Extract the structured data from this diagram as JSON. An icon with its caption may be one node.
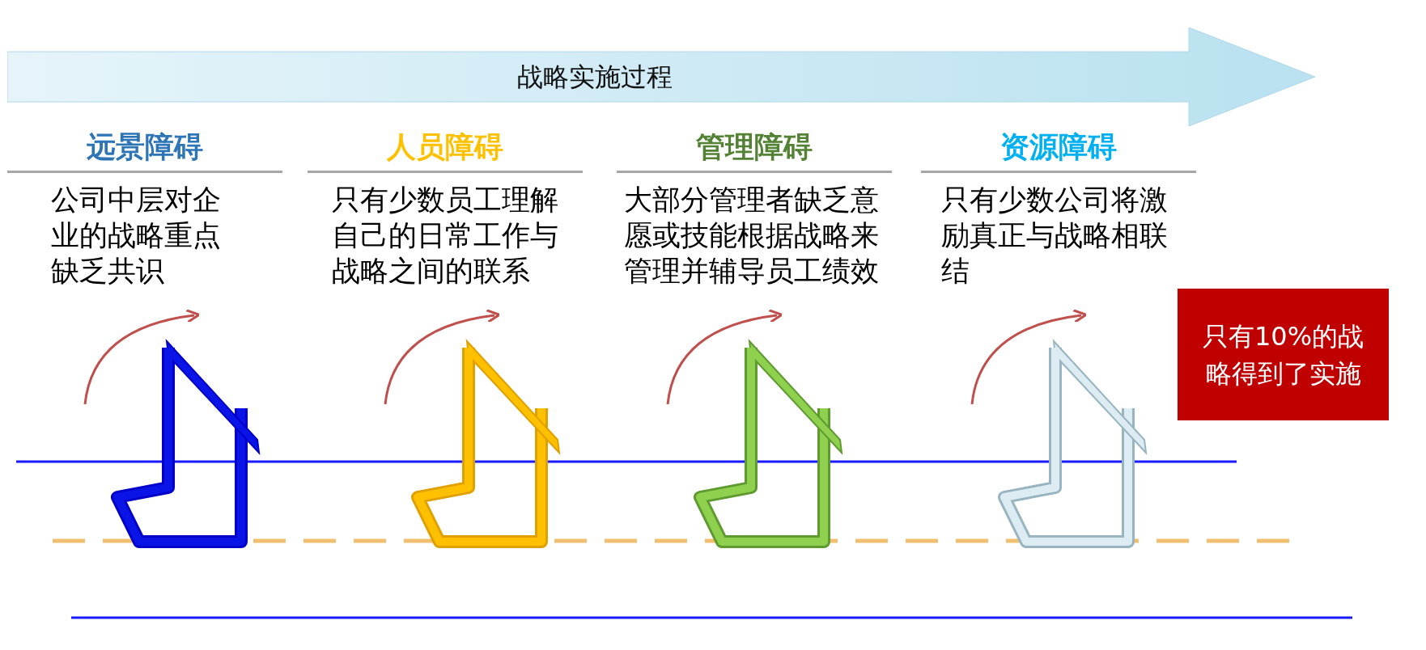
{
  "diagram": {
    "nodes": [
      {
        "text": [
          "战略实施过程"
        ]
      },
      {
        "text": [
          "只有10%的战略得到了实施"
        ]
      }
    ],
    "labels": [
      "远景障碍",
      "公司中层对企业的战略重点缺乏共识",
      "人员障碍",
      "只有少数员工理解自己的日常工作与战略之间的联系",
      "管理障碍",
      "大部分管理者缺乏意愿或技能根据战略来管理并辅导员工绩效",
      "资源障碍",
      "只有少数公司将激励真正与战略相联结"
    ]
  }
}
